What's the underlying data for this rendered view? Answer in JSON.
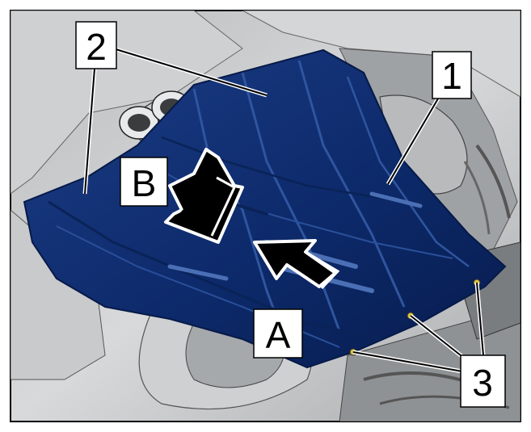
{
  "callouts": {
    "one": "1",
    "two": "2",
    "three": "3",
    "a": "A",
    "b": "B"
  },
  "colors": {
    "panel_blue": "#0d2a6b",
    "panel_blue_light": "#2a4f9a",
    "panel_blue_dark": "#061a48",
    "engine_gray": "#c4c6c8",
    "engine_dark": "#6e7174",
    "fastener_yellow": "#d8c23a"
  },
  "icons": {
    "arrow_a": "install-direction-arrow-icon",
    "arrow_b": "install-direction-arrow-icon",
    "fastener": "bolt-icon"
  }
}
